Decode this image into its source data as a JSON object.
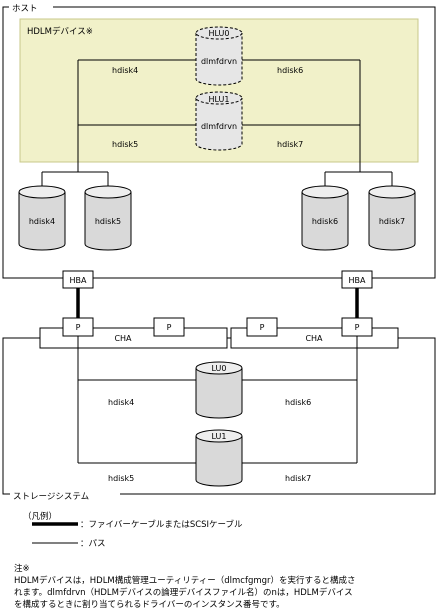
{
  "host": {
    "label": "ホスト",
    "hdlm_area_label": "HDLMデバイス※",
    "hdlm_devices": [
      {
        "lu": "HLU0",
        "name": "dlmfdrvn",
        "left_path": "hdisk4",
        "right_path": "hdisk6"
      },
      {
        "lu": "HLU1",
        "name": "dlmfdrvn",
        "left_path": "hdisk5",
        "right_path": "hdisk7"
      }
    ],
    "disks": [
      "hdisk4",
      "hdisk5",
      "hdisk6",
      "hdisk7"
    ],
    "hba_labels": [
      "HBA",
      "HBA"
    ]
  },
  "storage": {
    "label": "ストレージシステム",
    "cha_labels": [
      "CHA",
      "CHA"
    ],
    "port_labels": [
      "P",
      "P",
      "P",
      "P"
    ],
    "lus": [
      {
        "lu": "LU0",
        "left_path": "hdisk4",
        "right_path": "hdisk6"
      },
      {
        "lu": "LU1",
        "left_path": "hdisk5",
        "right_path": "hdisk7"
      }
    ]
  },
  "legend": {
    "title": "（凡例）",
    "cable_label": "：ファイバーケーブルまたはSCSIケーブル",
    "path_label": "：パス"
  },
  "note": {
    "heading": "注※",
    "line1": "HDLMデバイスは，HDLM構成管理ユーティリティー（dlmcfgmgr）を実行すると構成さ",
    "line2": "れます。dlmfdrvn（HDLMデバイスの論理デバイスファイル名）のnは，HDLMデバイス",
    "line3": "を構成するときに割り当てられるドライバーのインスタンス番号です。"
  },
  "colors": {
    "hdlm_area_fill": "#f1f1c9",
    "hdlm_area_stroke": "#c8c88a",
    "disk_fill": "#d9d9d9"
  }
}
